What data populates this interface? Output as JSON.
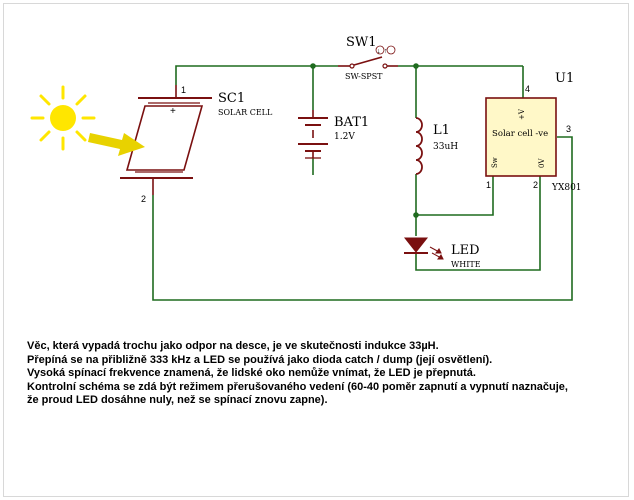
{
  "colors": {
    "wire": "#1f6b1f",
    "component": "#7a1010",
    "sun": "#ffe600",
    "arrow": "#e8d200",
    "chip_fill": "#fff8c8"
  },
  "components": {
    "sc1": {
      "ref": "SC1",
      "value": "SOLAR CELL",
      "pin1": "1",
      "pin2": "2",
      "plus": "+"
    },
    "bat1": {
      "ref": "BAT1",
      "value": "1.2V"
    },
    "sw1": {
      "ref": "SW1",
      "value": "SW-SPST",
      "symbols": "↓↑"
    },
    "l1": {
      "ref": "L1",
      "value": "33uH"
    },
    "led": {
      "ref": "LED",
      "value": "WHITE"
    },
    "u1": {
      "ref": "U1",
      "name": "Solar cell -ve",
      "part": "YX801",
      "pin_vplus": "+V",
      "pin_sw": "Sw",
      "pin_0v": "0V",
      "pin4": "4",
      "pin1": "1",
      "pin2": "2",
      "pin3": "3"
    }
  },
  "caption": {
    "line1": "Věc, která vypadá trochu jako odpor na desce, je ve skutečnosti indukce 33µH.",
    "line2": "Přepíná se na přibližně 333 kHz a LED se používá jako dioda catch / dump (její osvětlení).",
    "line3": "Vysoká spínací frekvence znamená, že lidské oko nemůže vnímat, že LED je přepnutá.",
    "line4": "Kontrolní schéma se zdá být režimem přerušovaného vedení (60-40 poměr zapnutí a vypnutí naznačuje,",
    "line5": "že proud LED dosáhne nuly, než se spínací znovu zapne)."
  }
}
